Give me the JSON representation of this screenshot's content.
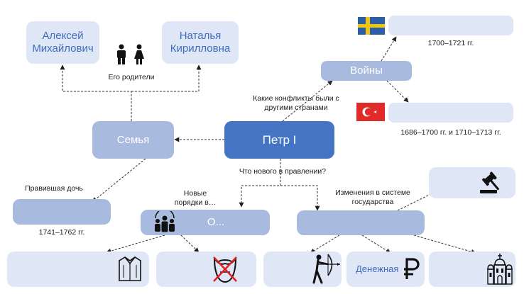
{
  "center": {
    "label": "Петр I"
  },
  "family": {
    "label": "Семья",
    "father": "Алексей Михайлович",
    "mother": "Наталья Кирилловна",
    "parents_caption": "Его родители",
    "daughter_caption": "Правившая дочь",
    "daughter_years": "1741–1762 гг."
  },
  "wars": {
    "label": "Войны",
    "question": "Какие конфликты были с другими странами",
    "sweden_years": "1700–1721 гг.",
    "turkey_years": "1686–1700 гг. и 1710–1713 гг."
  },
  "governance": {
    "question": "Что нового в правлении?",
    "new_orders_caption": "Новые порядки в…",
    "new_orders_box": "О...",
    "state_changes_caption": "Изменения в системе государства",
    "currency_label": "Денежная"
  },
  "icons": [
    "man-icon",
    "woman-icon",
    "sweden-flag-icon",
    "turkey-flag-icon",
    "people-group-icon",
    "shirt-icon",
    "crossed-beard-icon",
    "archer-icon",
    "ruble-icon",
    "cathedral-icon",
    "gavel-icon"
  ],
  "colors": {
    "center": "#4474c3",
    "mid": "#a9badf",
    "light": "#dfe6f5",
    "text": "#3f6dbf"
  }
}
